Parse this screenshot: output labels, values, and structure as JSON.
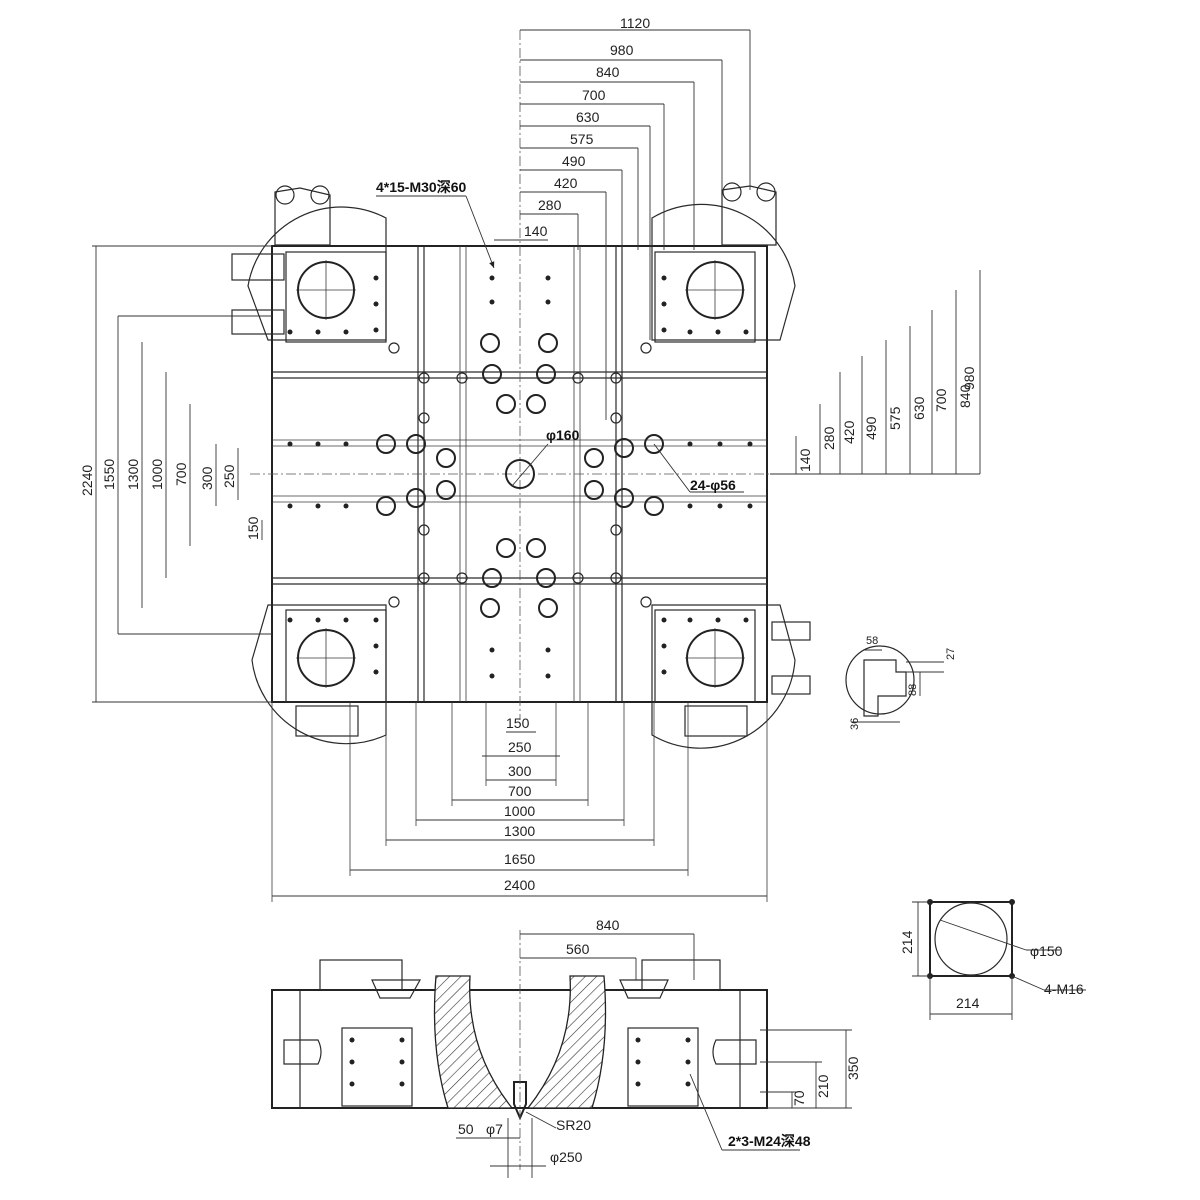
{
  "top_dims": [
    "1120",
    "980",
    "840",
    "700",
    "630",
    "575",
    "490",
    "420",
    "280",
    "140"
  ],
  "right_dims": [
    "140",
    "280",
    "420",
    "490",
    "575",
    "630",
    "700",
    "840",
    "980"
  ],
  "left_dims": [
    "2240",
    "1550",
    "1300",
    "1000",
    "700",
    "300",
    "250",
    "150"
  ],
  "bottom_dims": [
    "150",
    "250",
    "300",
    "700",
    "1000",
    "1300",
    "1650",
    "2400"
  ],
  "callouts": {
    "thread_top": "4*15-M30深60",
    "center_hole": "φ160",
    "holes": "24-φ56"
  },
  "detail_dims": [
    "58",
    "27",
    "88",
    "36"
  ],
  "side_view": {
    "dims_top": [
      "840",
      "560"
    ],
    "dims_right": [
      "350",
      "210",
      "70"
    ],
    "bottom_labels": [
      "50",
      "φ7",
      "SR20",
      "φ250"
    ],
    "thread_side": "2*3-M24深48"
  },
  "plate_detail": {
    "size_v": "214",
    "size_h": "214",
    "bore": "φ150",
    "thread": "4-M16"
  }
}
